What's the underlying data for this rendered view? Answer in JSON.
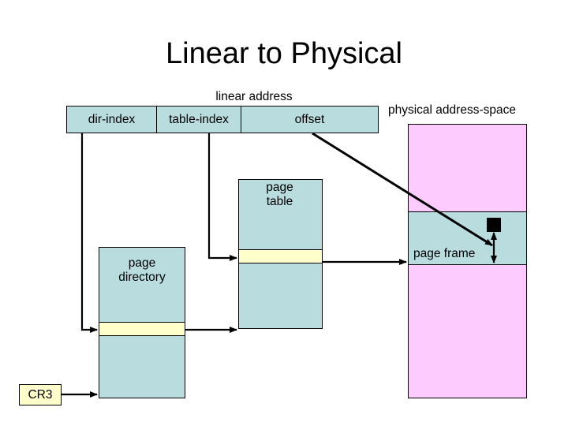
{
  "title": "Linear to Physical",
  "linear_address": {
    "caption": "linear address",
    "segments": [
      {
        "label": "dir-index"
      },
      {
        "label": "table-index"
      },
      {
        "label": "offset"
      }
    ]
  },
  "physical": {
    "caption": "physical address-space",
    "frame_label": "page frame"
  },
  "page_table": {
    "label": "page\ntable",
    "line1": "page",
    "line2": "table"
  },
  "page_directory": {
    "label": "page\ndirectory",
    "line1": "page",
    "line2": "directory"
  },
  "cr3": {
    "label": "CR3"
  },
  "colors": {
    "table_fill": "#b9dcdf",
    "entry_highlight": "#ffffcc",
    "memory_fill": "#fdcbfd",
    "frame_fill": "#b9dcdf",
    "stroke": "#000000",
    "background": "#ffffff",
    "marker": "#000000"
  },
  "icons": {
    "black_square": "filled-square-marker"
  }
}
